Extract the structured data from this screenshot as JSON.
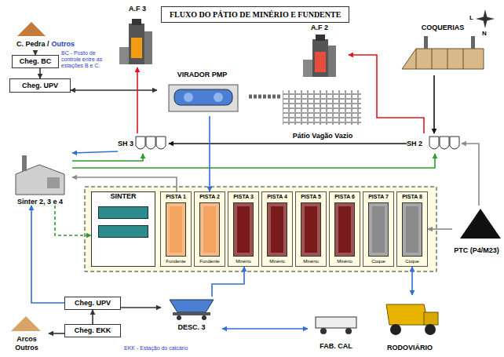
{
  "diagram": {
    "title": "FLUXO DO PÁTIO DE MINÉRIO E FUNDENTE",
    "nodes": [
      {
        "text": [
          "C. Pedra /",
          "Outros"
        ]
      },
      {
        "text": [
          "Cheg. BC"
        ]
      },
      {
        "text": [
          "Cheg. UPV"
        ]
      },
      {
        "text": [
          "A.F 3"
        ]
      },
      {
        "text": [
          "VIRADOR PMP"
        ]
      },
      {
        "text": [
          "Pátio Vagão Vazio"
        ]
      },
      {
        "text": [
          "A.F 2"
        ]
      },
      {
        "text": [
          "COQUERIAS"
        ]
      },
      {
        "text": [
          "SH 3"
        ]
      },
      {
        "text": [
          "SH 2"
        ]
      },
      {
        "text": [
          "Sinter 2, 3 e 4"
        ]
      },
      {
        "text": [
          "SINTER"
        ]
      },
      {
        "text": [
          "PISTA 1",
          "Fundente"
        ]
      },
      {
        "text": [
          "PISTA 2",
          "Fundente"
        ]
      },
      {
        "text": [
          "PISTA 3",
          "Minério"
        ]
      },
      {
        "text": [
          "PISTA 4",
          "Minério"
        ]
      },
      {
        "text": [
          "PISTA 5",
          "Minério"
        ]
      },
      {
        "text": [
          "PISTA 6",
          "Minério"
        ]
      },
      {
        "text": [
          "PISTA 7",
          "Coque"
        ]
      },
      {
        "text": [
          "PISTA 8",
          "Coque"
        ]
      },
      {
        "text": [
          "PTC (P4/M23)"
        ]
      },
      {
        "text": [
          "Cheg. UPV"
        ]
      },
      {
        "text": [
          "Cheg. EKK"
        ]
      },
      {
        "text": [
          "Arcos",
          "Outros"
        ]
      },
      {
        "text": [
          "DESC. 3"
        ]
      },
      {
        "text": [
          "FAB. CAL"
        ]
      },
      {
        "text": [
          "RODOVIÁRIO"
        ]
      }
    ],
    "edges": [
      {
        "from": 0,
        "to": 1,
        "arrow": "to"
      },
      {
        "from": 1,
        "to": 2,
        "arrow": "to"
      },
      {
        "from": 2,
        "to": 4,
        "arrow": "both"
      },
      {
        "from": 8,
        "to": 3,
        "arrow": "to"
      },
      {
        "from": 9,
        "to": 6,
        "arrow": "to"
      },
      {
        "from": 7,
        "to": 9,
        "arrow": "to"
      },
      {
        "from": 9,
        "to": 8,
        "arrow": "to"
      },
      {
        "from": 10,
        "to": 8,
        "arrow": "to"
      },
      {
        "from": 10,
        "to": 9,
        "arrow": "to"
      },
      {
        "from": 8,
        "to": 10,
        "arrow": "to"
      },
      {
        "from": 4,
        "to": 13,
        "arrow": "to"
      },
      {
        "from": 10,
        "to": 11,
        "arrow": "to"
      },
      {
        "from": 12,
        "to": 10,
        "arrow": "to"
      },
      {
        "from": 20,
        "to": 9,
        "arrow": "to"
      },
      {
        "from": 20,
        "to": 19,
        "arrow": "to"
      },
      {
        "from": 26,
        "to": 19,
        "arrow": "both"
      },
      {
        "from": 24,
        "to": 14,
        "arrow": "to"
      },
      {
        "from": 21,
        "to": 24,
        "arrow": "to"
      },
      {
        "from": 22,
        "to": 21,
        "arrow": "to"
      },
      {
        "from": 22,
        "to": 23,
        "arrow": "to"
      },
      {
        "from": 21,
        "to": 10,
        "arrow": "to"
      },
      {
        "from": 24,
        "to": 25,
        "arrow": "both"
      }
    ],
    "labels": [
      "BC - Posto de controle entre as estações B e C.",
      "EKK - Estação do calcário",
      "L",
      "N"
    ]
  }
}
